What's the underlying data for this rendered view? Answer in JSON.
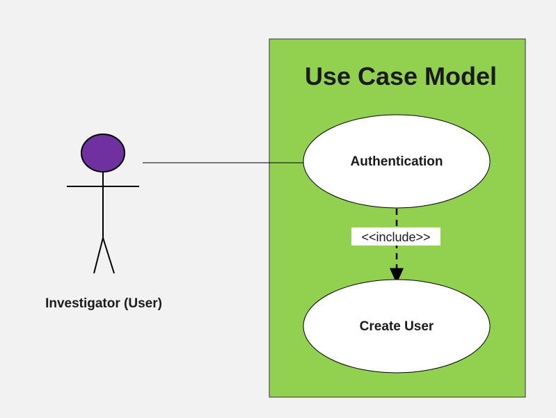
{
  "diagram": {
    "system_boundary": {
      "title": "Use Case Model"
    },
    "actor": {
      "label": "Investigator (User)"
    },
    "use_cases": [
      {
        "label": "Authentication"
      },
      {
        "label": "Create User"
      }
    ],
    "relationship": {
      "label": "<<include>>"
    }
  },
  "colors": {
    "background": "#f2f2f2",
    "boundary_fill": "#92d050",
    "actor_head_fill": "#7030a0",
    "use_case_fill": "#ffffff",
    "stroke": "#000000"
  }
}
